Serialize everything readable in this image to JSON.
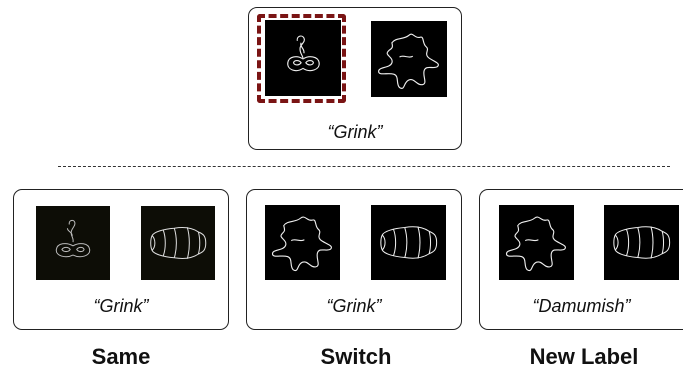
{
  "top_trial": {
    "label": "“Grink”",
    "left_object_icon": "ring-object-icon",
    "right_object_icon": "splat-object-icon",
    "selected_object": "left",
    "selection_color": "#7a1414"
  },
  "conditions": [
    {
      "name": "Same",
      "label": "“Grink”",
      "left_object_icon": "ring-object-icon",
      "right_object_icon": "vase-object-icon"
    },
    {
      "name": "Switch",
      "label": "“Grink”",
      "left_object_icon": "splat-object-icon",
      "right_object_icon": "vase-object-icon"
    },
    {
      "name": "New Label",
      "label": "“Damumish”",
      "left_object_icon": "splat-object-icon",
      "right_object_icon": "vase-object-icon"
    }
  ]
}
